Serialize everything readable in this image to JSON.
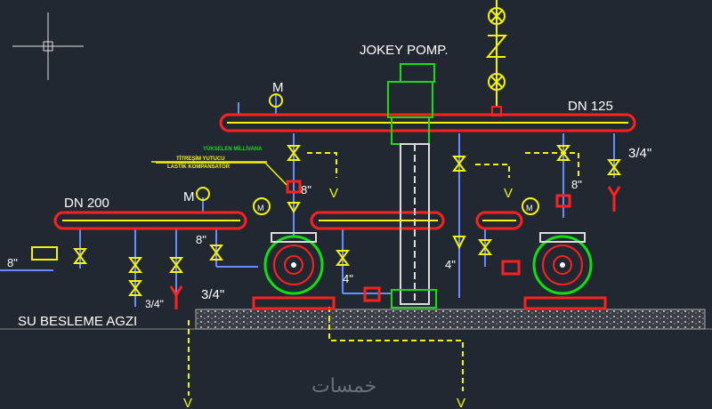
{
  "labels": {
    "jokey": "JOKEY POMP.",
    "dn125": "DN 125",
    "dn200": "DN 200",
    "su_besleme": "SU BESLEME AGZI",
    "size_34_a": "3/4\"",
    "size_34_b": "3/4\"",
    "size_34_c": "3/4\"",
    "size_8_a": "8\"",
    "size_8_b": "8\"",
    "size_8_c": "8\"",
    "size_8_d": "8\"",
    "size_4_a": "4\"",
    "size_4_b": "4\"",
    "m1": "M",
    "m2": "M",
    "m3": "M",
    "m4": "M",
    "v1": "V",
    "v2": "V",
    "v3": "V",
    "v4": "V",
    "yukselen": "YÜKSELEN MİLLİVANA",
    "titresim": "TİTREŞİM YUTUCU",
    "lastik": "LASTİK KOMPANSATÖR"
  },
  "watermark": "خمسات",
  "colors": {
    "background": "#222831",
    "pipe_red": "#ff2020",
    "pipe_yellow": "#f5f500",
    "green": "#10e010",
    "blue": "#6a8cff",
    "white": "#ffffff"
  }
}
